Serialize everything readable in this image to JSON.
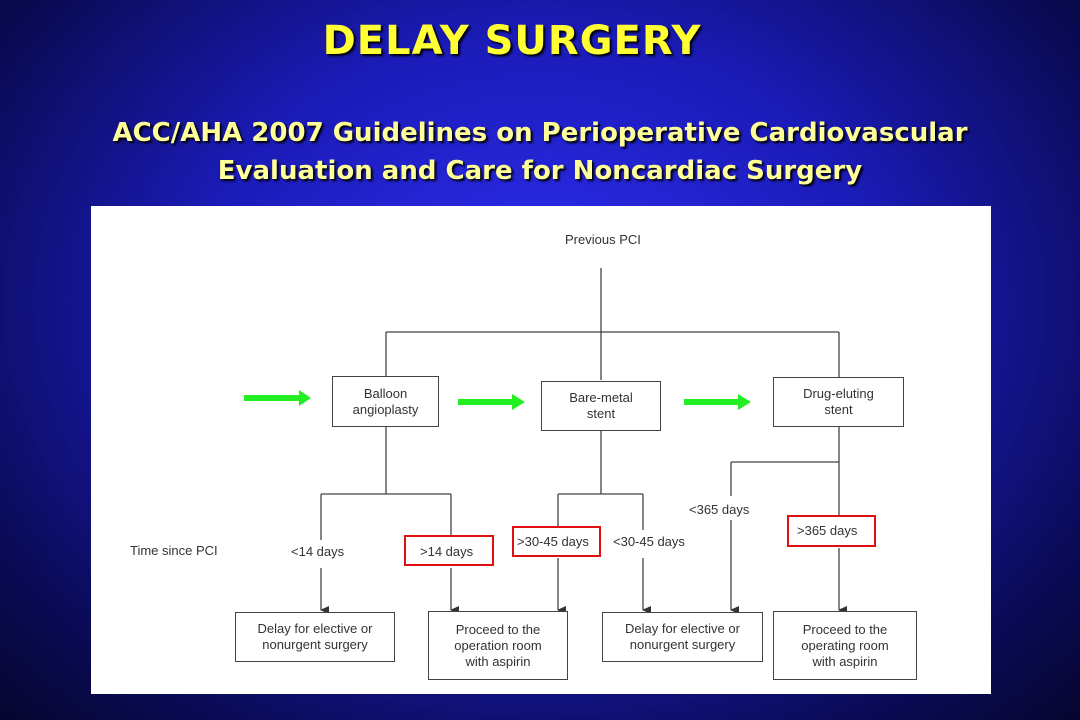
{
  "slide": {
    "title": "DELAY SURGERY",
    "subtitle_line1": "ACC/AHA 2007 Guidelines on Perioperative Cardiovascular",
    "subtitle_line2": "Evaluation and Care for Noncardiac Surgery"
  },
  "diagram": {
    "root": "Previous PCI",
    "types": [
      {
        "line1": "Balloon",
        "line2": "angioplasty"
      },
      {
        "line1": "Bare-metal",
        "line2": "stent"
      },
      {
        "line1": "Drug-eluting",
        "line2": "stent"
      }
    ],
    "time_label": "Time since PCI",
    "time_labels": {
      "balloon_early": "<14 days",
      "balloon_late": ">14 days",
      "bms_late": ">30-45 days",
      "bms_early": "<30-45 days",
      "des_early": "<365 days",
      "des_late": ">365 days"
    },
    "outcomes": [
      {
        "line1": "Delay for elective or",
        "line2": "nonurgent surgery",
        "line3": ""
      },
      {
        "line1": "Proceed to the",
        "line2": "operation room",
        "line3": "with aspirin"
      },
      {
        "line1": "Delay for elective or",
        "line2": "nonurgent surgery",
        "line3": ""
      },
      {
        "line1": "Proceed to the",
        "line2": "operating room",
        "line3": "with aspirin"
      }
    ],
    "colors": {
      "highlight": "#e01010",
      "arrow_green": "#22ee22",
      "title_yellow": "#ffff33"
    }
  }
}
